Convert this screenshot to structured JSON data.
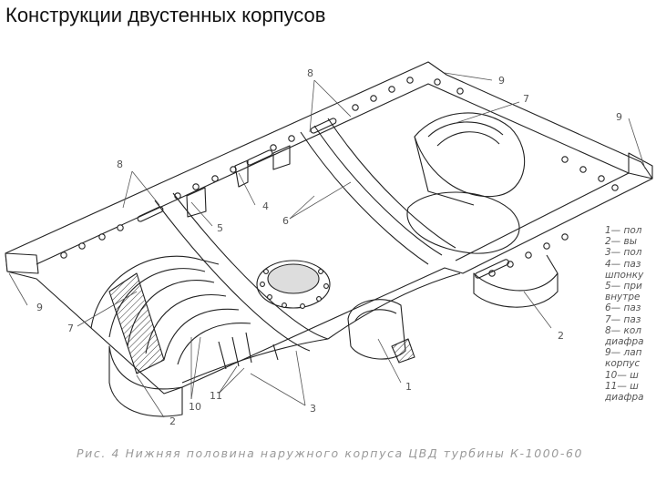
{
  "title": "Конструкции двустенных корпусов",
  "callouts": {
    "n1": "1",
    "n2a": "2",
    "n2b": "2",
    "n3": "3",
    "n4": "4",
    "n5": "5",
    "n6": "6",
    "n7a": "7",
    "n7b": "7",
    "n8a": "8",
    "n8b": "8",
    "n9a": "9",
    "n9b": "9",
    "n9c": "9",
    "n10": "10",
    "n11": "11"
  },
  "legend": [
    "1— пол",
    "2— вы",
    "3— пол",
    "4— паз",
    "шпонку",
    "5— при",
    "внутре",
    "6— паз",
    "7— паз",
    "8— кол",
    "диафра",
    "9— лап",
    "корпус",
    "10— ш",
    "11— ш",
    "диафра"
  ],
  "caption": "Рис. 4 Нижняя половина наружного корпуса ЦВД турбины К-1000-60"
}
